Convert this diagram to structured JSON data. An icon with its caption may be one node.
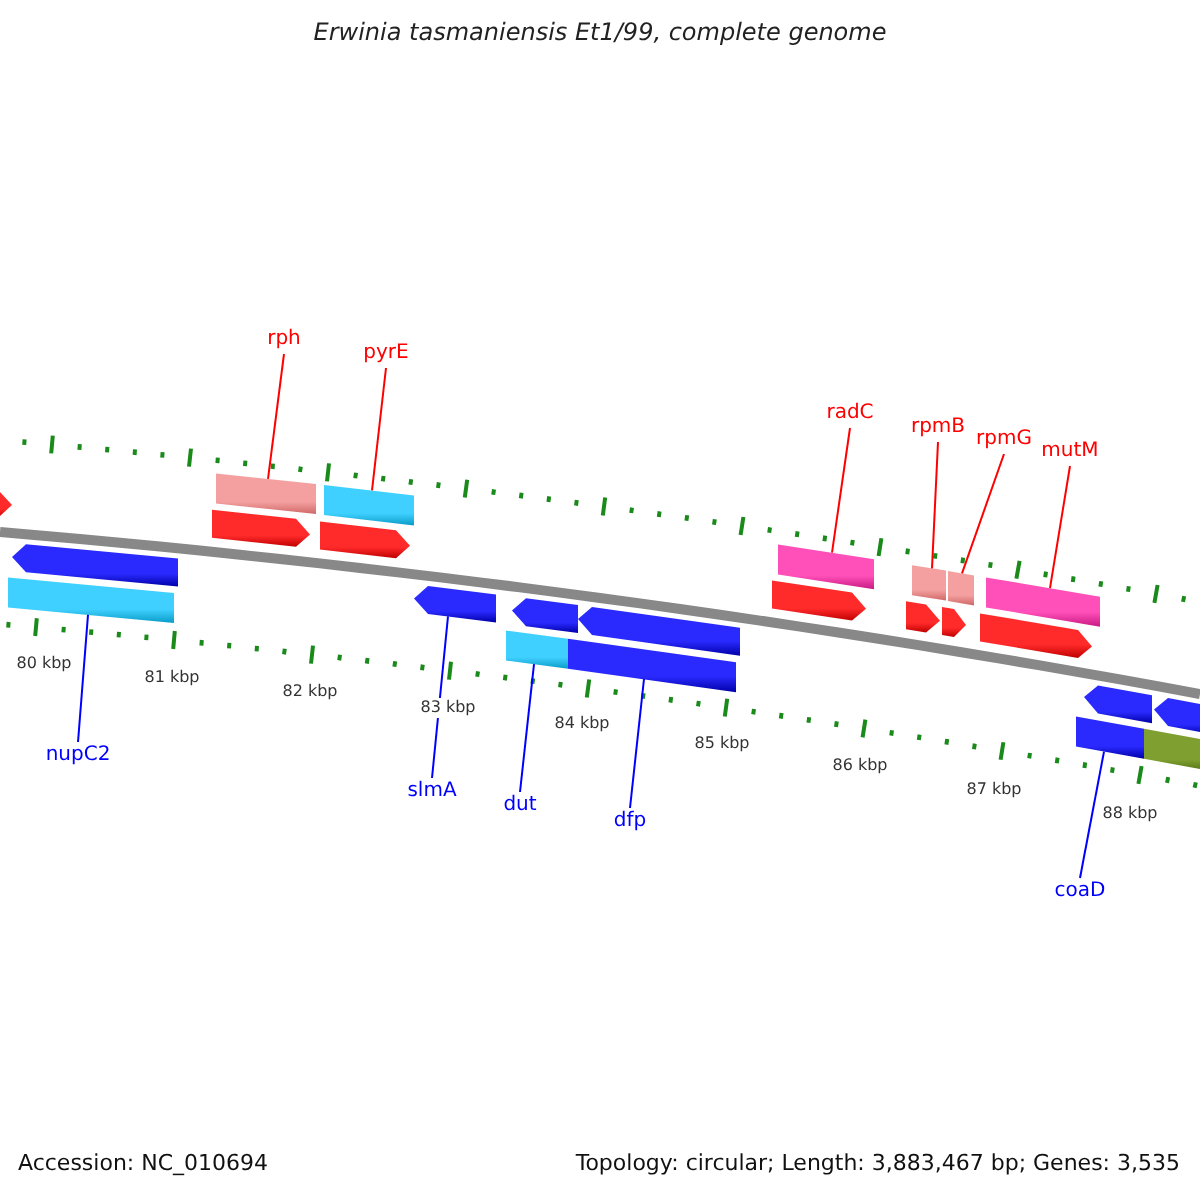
{
  "diagram": {
    "title": "Erwinia tasmaniensis Et1/99, complete genome",
    "nodes": [
      {
        "text": [
          "rph"
        ]
      },
      {
        "text": [],
        "shape": "bar"
      },
      {
        "text": [
          "pyrE"
        ]
      },
      {
        "text": [],
        "shape": "bar"
      },
      {
        "text": [
          "radC"
        ]
      },
      {
        "text": [],
        "shape": "bar"
      },
      {
        "text": [
          "rpmB"
        ]
      },
      {
        "text": [],
        "shape": "bar"
      },
      {
        "text": [
          "rpmG"
        ]
      },
      {
        "text": [],
        "shape": "bar"
      },
      {
        "text": [
          "mutM"
        ]
      },
      {
        "text": [],
        "shape": "bar"
      },
      {
        "text": [
          "nupC2"
        ]
      },
      {
        "text": [],
        "shape": "bar"
      },
      {
        "text": [
          "slmA"
        ]
      },
      {
        "text": [],
        "shape": "pentagon"
      },
      {
        "text": [
          "dut"
        ]
      },
      {
        "text": [],
        "shape": "bar"
      },
      {
        "text": [
          "dfp"
        ]
      },
      {
        "text": [],
        "shape": "bar"
      },
      {
        "text": [
          "coaD"
        ]
      },
      {
        "text": [],
        "shape": "bar"
      },
      {
        "text": [],
        "shape": "pentagon"
      },
      {
        "text": [],
        "shape": "pentagon"
      },
      {
        "text": [],
        "shape": "pentagon"
      },
      {
        "text": [],
        "shape": "pentagon"
      },
      {
        "text": [],
        "shape": "pentagon"
      },
      {
        "text": [],
        "shape": "pentagon"
      },
      {
        "text": [],
        "shape": "pentagon"
      },
      {
        "text": [],
        "shape": "pentagon"
      },
      {
        "text": [],
        "shape": "pentagon"
      },
      {
        "text": [],
        "shape": "pentagon"
      },
      {
        "text": [],
        "shape": "pentagon"
      },
      {
        "text": [],
        "shape": "pentagon"
      },
      {
        "text": [],
        "shape": "bar"
      }
    ],
    "edges": [
      {
        "from": 0,
        "to": 1,
        "arrow": "none",
        "color": "#ff0000"
      },
      {
        "from": 2,
        "to": 3,
        "arrow": "none",
        "color": "#ff0000"
      },
      {
        "from": 4,
        "to": 5,
        "arrow": "none",
        "color": "#ff0000"
      },
      {
        "from": 6,
        "to": 7,
        "arrow": "none",
        "color": "#ff0000"
      },
      {
        "from": 8,
        "to": 9,
        "arrow": "none",
        "color": "#ff0000"
      },
      {
        "from": 10,
        "to": 11,
        "arrow": "none",
        "color": "#ff0000"
      },
      {
        "from": 12,
        "to": 13,
        "arrow": "none",
        "color": "#0000ff"
      },
      {
        "from": 14,
        "to": 15,
        "arrow": "none",
        "color": "#0000ff"
      },
      {
        "from": 16,
        "to": 17,
        "arrow": "none",
        "color": "#0000ff"
      },
      {
        "from": 18,
        "to": 19,
        "arrow": "none",
        "color": "#0000ff"
      },
      {
        "from": 20,
        "to": 21,
        "arrow": "none",
        "color": "#0000ff"
      }
    ],
    "labels": [
      "80 kbp",
      "81 kbp",
      "82 kbp",
      "83 kbp",
      "84 kbp",
      "85 kbp",
      "86 kbp",
      "87 kbp",
      "88 kbp",
      "Accession: NC_010694",
      "Topology: circular; Length: 3,883,467 bp; Genes: 3,535"
    ]
  }
}
